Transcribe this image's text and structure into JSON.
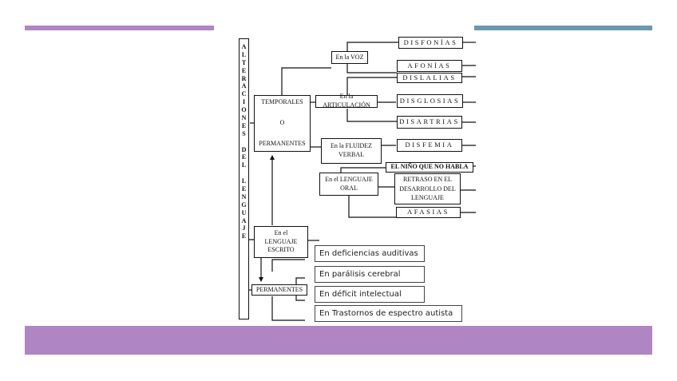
{
  "slide": {
    "accent_colors": {
      "purple": "#b085c4",
      "blue": "#6a98b0"
    }
  },
  "diagram": {
    "root_letters": [
      "A",
      "L",
      "T",
      "E",
      "R",
      "A",
      "C",
      "I",
      "O",
      "N",
      "E",
      "S",
      "",
      "D",
      "E",
      "L",
      "",
      "L",
      "E",
      "N",
      "G",
      "U",
      "A",
      "J",
      "E"
    ],
    "root_label": "ALTERACIONES DEL LENGUAJE",
    "temporales": {
      "line1": "TEMPORALES",
      "line2": "O",
      "line3": "PERMANENTES"
    },
    "escrito": {
      "line1": "En el",
      "line2": "LENGUAJE",
      "line3": "ESCRITO"
    },
    "permanentes": "PERMANENTES",
    "areas": {
      "voz": "En la VOZ",
      "articulacion": "En la ARTICULACIÓN",
      "fluidez": {
        "line1": "En la FLUIDEZ",
        "line2": "VERBAL"
      },
      "oral": {
        "line1": "En el LENGUAJE",
        "line2": "ORAL"
      }
    },
    "disorders": {
      "disfonias": "DISFONÍAS",
      "afonias": "AFONÍAS",
      "dislalias": "DISLALIAS",
      "disglosias": "DISGLOSIAS",
      "disartrias": "DISARTRIAS",
      "disfemia": "DISFEMIA",
      "nino_no_habla": "EL NIÑO QUE NO HABLA",
      "retraso": {
        "line1": "RETRASO EN EL",
        "line2": "DESARROLLO DEL",
        "line3": "LENGUAJE"
      },
      "afasias": "AFASIAS"
    },
    "permanent_causes": [
      "En deficiencias auditivas",
      "En parálisis cerebral",
      "En déficit intelectual",
      "En Trastornos de espectro autista"
    ]
  }
}
